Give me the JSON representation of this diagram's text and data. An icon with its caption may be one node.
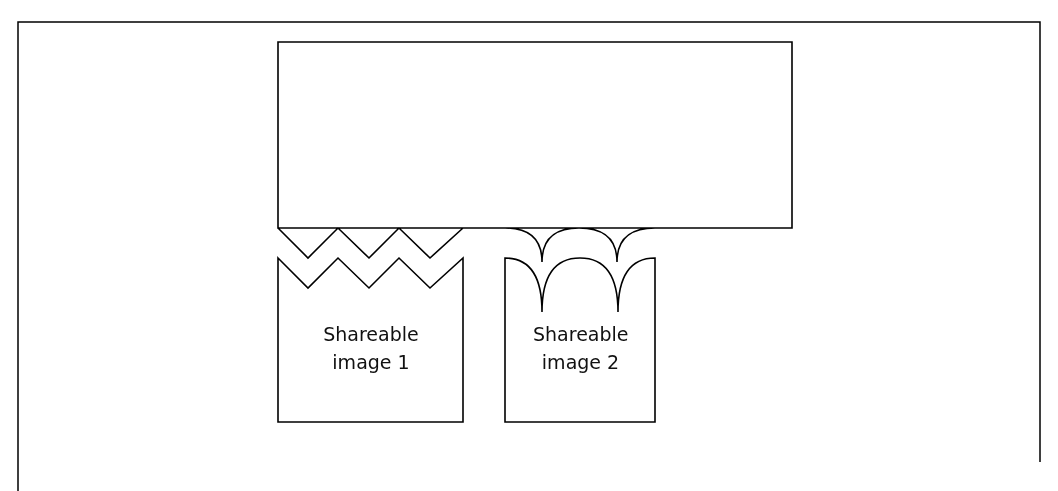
{
  "diagram": {
    "nodes": [
      {
        "text": [],
        "shape": "box"
      },
      {
        "text": [
          "Shareable image 1"
        ]
      },
      {
        "text": [
          "Shareable image 2"
        ]
      }
    ]
  }
}
